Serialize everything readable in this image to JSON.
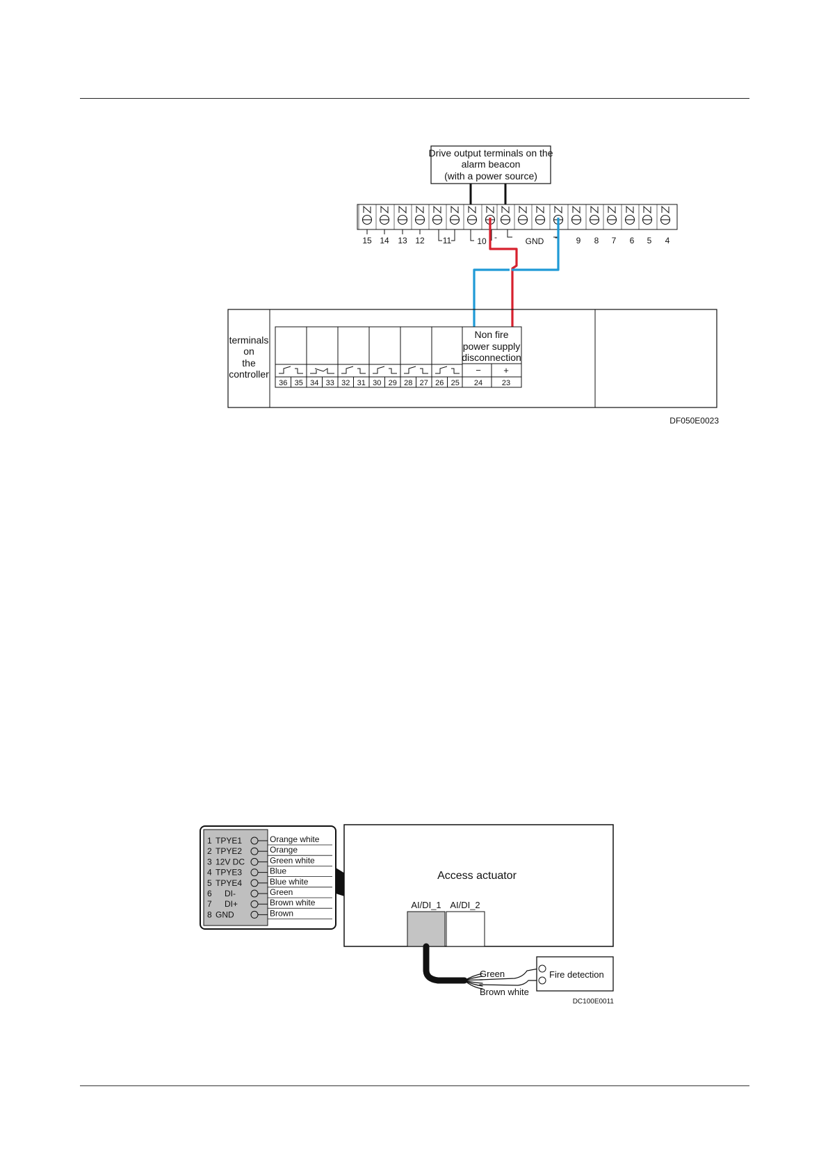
{
  "figure1": {
    "beacon_box": [
      "Drive output terminals on the",
      "alarm beacon",
      "(with a power source)"
    ],
    "terminal_numbers": [
      "15",
      "14",
      "13",
      "12",
      "11",
      "10",
      "GND",
      "9",
      "8",
      "7",
      "6",
      "5",
      "4"
    ],
    "minus_marks": [
      "-",
      "-"
    ],
    "controller_label": [
      "terminals",
      "on",
      "the",
      "controller"
    ],
    "relay_terminals": [
      "36",
      "35",
      "34",
      "33",
      "32",
      "31",
      "30",
      "29",
      "28",
      "27",
      "26",
      "25"
    ],
    "power_box": [
      "Non fire",
      "power supply",
      "disconnection"
    ],
    "power_signs": [
      "−",
      "+"
    ],
    "power_terminals": [
      "24",
      "23"
    ],
    "figure_id": "DF050E0023",
    "wire_colors": {
      "positive": "#d7212e",
      "negative": "#1f9ad6"
    }
  },
  "figure2": {
    "pins": [
      {
        "num": "1",
        "label": "TPYE1",
        "wire": "Orange white"
      },
      {
        "num": "2",
        "label": "TPYE2",
        "wire": "Orange"
      },
      {
        "num": "3",
        "label": "12V DC",
        "wire": "Green white"
      },
      {
        "num": "4",
        "label": "TPYE3",
        "wire": "Blue"
      },
      {
        "num": "5",
        "label": "TPYE4",
        "wire": "Blue white"
      },
      {
        "num": "6",
        "label": "DI-",
        "wire": "Green"
      },
      {
        "num": "7",
        "label": "DI+",
        "wire": "Brown white"
      },
      {
        "num": "8",
        "label": "GND",
        "wire": "Brown"
      }
    ],
    "actuator_title": "Access actuator",
    "port1": "AI/DI_1",
    "port2": "AI/DI_2",
    "wire_green": "Green",
    "wire_brown_white": "Brown white",
    "fire_detection": "Fire detection",
    "figure_id": "DC100E0011"
  }
}
